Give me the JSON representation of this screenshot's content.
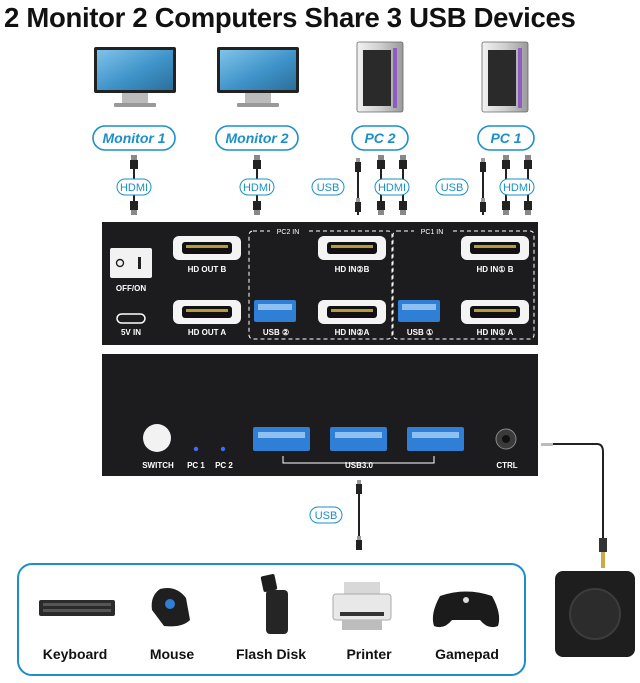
{
  "title": "2 Monitor 2 Computers Share 3 USB Devices",
  "top_devices": [
    {
      "label": "Monitor 1",
      "kind": "monitor"
    },
    {
      "label": "Monitor 2",
      "kind": "monitor"
    },
    {
      "label": "PC 2",
      "kind": "pc"
    },
    {
      "label": "PC 1",
      "kind": "pc"
    }
  ],
  "cable_labels": {
    "hdmi": "HDMI",
    "usb": "USB"
  },
  "rear_panel": {
    "power_switch": "OFF/ON",
    "power_in": "5V IN",
    "hd_out_b": "HD OUT B",
    "hd_out_a": "HD OUT A",
    "pc2_group": "PC2 IN",
    "pc1_group": "PC1 IN",
    "hd_in2_b": "HD IN②B",
    "hd_in2_a": "HD IN②A",
    "usb2": "USB ②",
    "hd_in1_b": "HD IN① B",
    "hd_in1_a": "HD IN① A",
    "usb1": "USB ①"
  },
  "front_panel": {
    "switch": "SWITCH",
    "pc1": "PC 1",
    "pc2": "PC 2",
    "usb_hub": "USB3.0",
    "ctrl": "CTRL"
  },
  "peripherals": [
    "Keyboard",
    "Mouse",
    "Flash Disk",
    "Printer",
    "Gamepad"
  ],
  "colors": {
    "accent": "#1b8fc9",
    "panel": "#1c1c1e",
    "usb_port": "#2f7fd6",
    "led": "#3d6bff"
  }
}
